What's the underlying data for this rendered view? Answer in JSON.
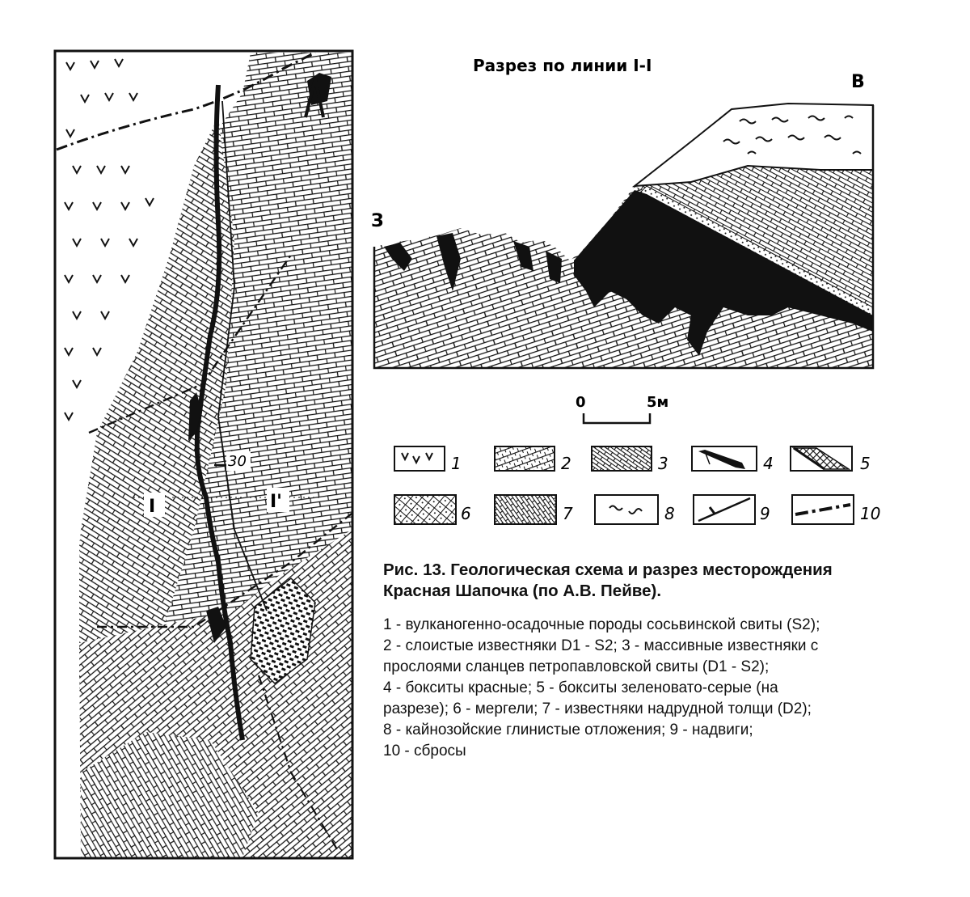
{
  "map": {
    "section_endpoint_left": "I",
    "section_endpoint_right": "I'",
    "dip_value": "30"
  },
  "section": {
    "title": "Разрез по линии I-I",
    "west_label": "З",
    "east_label": "В"
  },
  "scale": {
    "zero": "0",
    "end": "5м"
  },
  "legend": {
    "items": [
      {
        "number": "1",
        "pattern": "volcanic-v"
      },
      {
        "number": "2",
        "pattern": "layered-limestone"
      },
      {
        "number": "3",
        "pattern": "massive-limestone"
      },
      {
        "number": "4",
        "pattern": "red-bauxite"
      },
      {
        "number": "5",
        "pattern": "grey-green-bauxite"
      },
      {
        "number": "6",
        "pattern": "marl"
      },
      {
        "number": "7",
        "pattern": "overlying-limestone"
      },
      {
        "number": "8",
        "pattern": "cenozoic-clay"
      },
      {
        "number": "9",
        "pattern": "thrust"
      },
      {
        "number": "10",
        "pattern": "fault"
      }
    ]
  },
  "caption": {
    "title_line1": "Рис. 13. Геологическая схема и разрез месторождения",
    "title_line2": "Красная Шапочка (по А.В. Пейве).",
    "lines": [
      "1 - вулканогенно-осадочные породы сосьвинской свиты (S2);",
      "2 - слоистые известняки D1 - S2; 3 - массивные известняки с",
      "прослоями сланцев петропавловской свиты (D1 - S2);",
      "4 - бокситы красные; 5 - бокситы зеленовато-серые (на",
      "разрезе); 6 - мергели; 7 - известняки надрудной толщи (D2);",
      "8 - кайнозойские глинистые отложения; 9 - надвиги;",
      "10 - сбросы"
    ]
  },
  "colors": {
    "ink": "#111111",
    "paper": "#ffffff"
  }
}
